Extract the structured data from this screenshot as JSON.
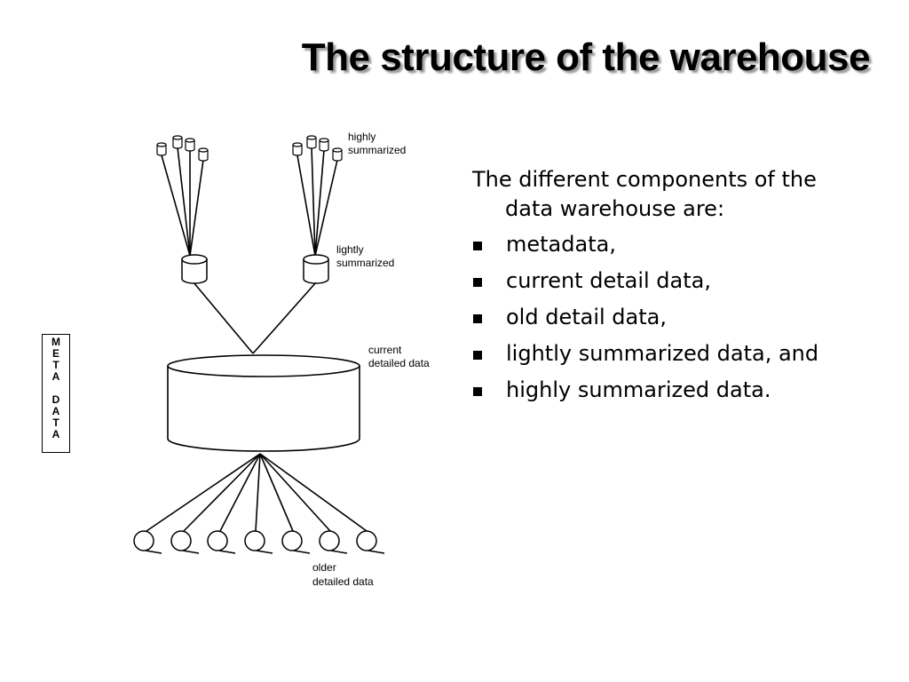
{
  "slide": {
    "title": "The structure of the warehouse"
  },
  "diagram": {
    "labels": {
      "highly_summarized": [
        "highly",
        "summarized"
      ],
      "lightly_summarized": [
        "lightly",
        "summarized"
      ],
      "current_detailed": [
        "current",
        "detailed data"
      ],
      "older_detailed": [
        "older",
        "detailed data"
      ]
    },
    "metadata_box": [
      "M",
      "E",
      "T",
      "A",
      "",
      "D",
      "A",
      "T",
      "A"
    ]
  },
  "text": {
    "intro": "The different components of the data warehouse are:",
    "bullets": [
      "metadata,",
      "current detail data,",
      "old detail data,",
      "lightly summarized data, and",
      "highly summarized data."
    ]
  }
}
